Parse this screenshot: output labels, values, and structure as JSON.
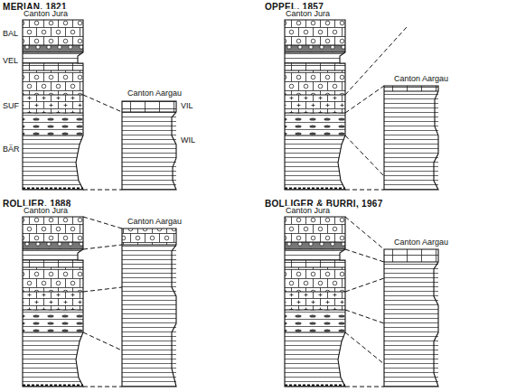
{
  "diagram": {
    "labels": [
      "MERIAN, 1821",
      "Canton Jura",
      "Canton Aargau",
      "BAL",
      "VEL",
      "SUF",
      "BÄR",
      "VIL",
      "WIL",
      "OPPEL, 1857",
      "Canton Jura",
      "Canton Aargau",
      "ROLLIER, 1888",
      "Canton Jura",
      "Canton Aargau",
      "BOLLIGER & BURRI, 1967",
      "Canton Jura",
      "Canton Aargau"
    ]
  }
}
